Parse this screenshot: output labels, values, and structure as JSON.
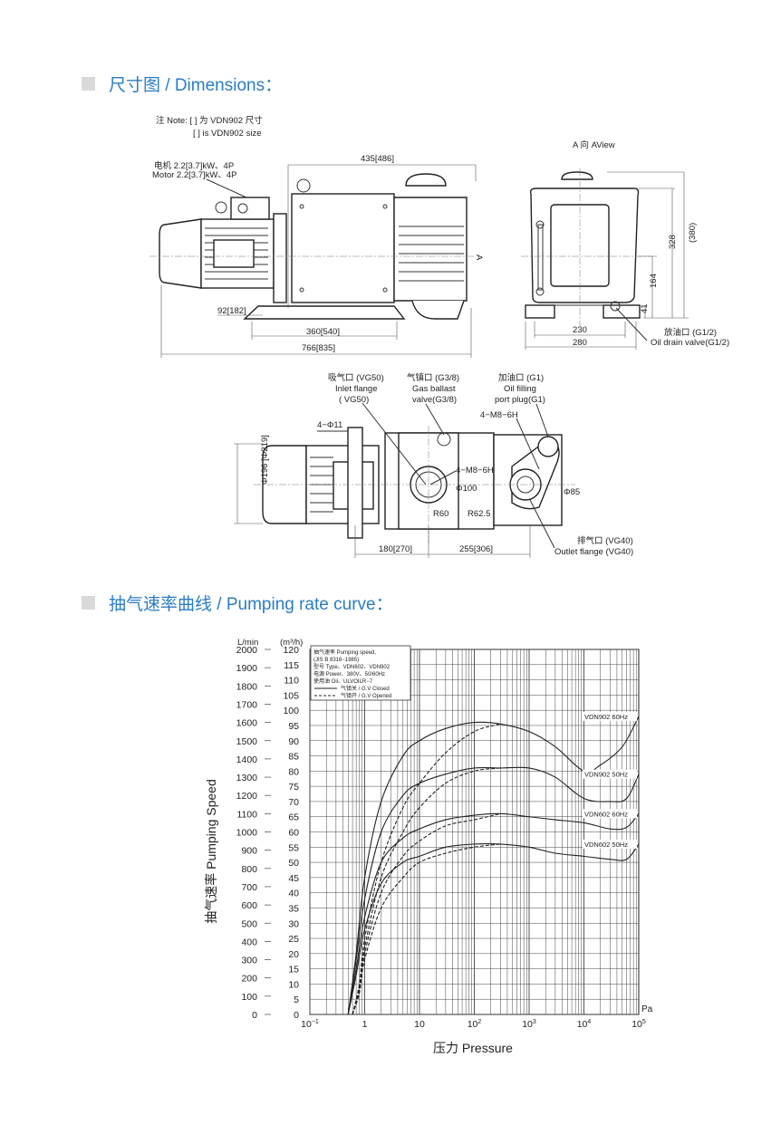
{
  "sections": {
    "dimensions_title": "尺寸图 / Dimensions：",
    "curve_title": "抽气速率曲线 / Pumping rate curve："
  },
  "colors": {
    "accent": "#2b7cc4",
    "bullet": "#d9d9d9"
  },
  "front_view": {
    "note_cn": "注 Note: [ ] 为 VDN902 尺寸",
    "note_en": "[ ] is VDN902 size",
    "motor_cn": "电机 2.2[3.7]kW、4P",
    "motor_en": "Motor 2.2[3.7]kW、4P",
    "dim_top": "435[486]",
    "dim_left": "92[182]",
    "dim_base": "360[540]",
    "dim_total": "766[835]",
    "arrow_a": "A"
  },
  "side_view": {
    "title": "A 向 AView",
    "dim_h1": "328",
    "dim_h2": "(380)",
    "dim_h3": "164",
    "dim_h4": "41",
    "dim_w1": "230",
    "dim_w2": "280",
    "drain_cn": "放油口 (G1/2)",
    "drain_en": "Oil drain valve(G1/2)"
  },
  "top_view": {
    "inlet_1": "吸气口 (VG50)",
    "inlet_2": "Inlet flange",
    "inlet_3": "( VG50)",
    "ballast_1": "气镇口 (G3/8)",
    "ballast_2": "Gas ballast",
    "ballast_3": "valve(G3/8)",
    "oil_1": "加油口 (G1)",
    "oil_2": "Oil filling",
    "oil_3": "port plug(G1)",
    "m8_top": "4−M8−6H",
    "m8_mid": "4−M8−6H",
    "phi11": "4−Φ11",
    "phi196": "Φ196 [Φ219]",
    "phi100": "Φ100",
    "phi85": "Φ85",
    "r60": "R60",
    "r52": "R62.5",
    "dim_180": "180[270]",
    "dim_255": "255[306]",
    "outlet_1": "排气口 (VG40)",
    "outlet_2": "Outlet flange (VG40)"
  },
  "chart_data": {
    "type": "line",
    "ylabel": "抽气速率 Pumping Speed",
    "xlabel": "压力 Pressure",
    "x_unit": "Pa",
    "y_unit_left": "L/min",
    "y_unit_right": "(m³/h)",
    "x_scale": "log",
    "xlim": [
      0.1,
      100000
    ],
    "ylim_m3h": [
      0,
      120
    ],
    "ylim_lmin": [
      0,
      2000
    ],
    "x_ticks": [
      {
        "base": "10",
        "exp": "−1"
      },
      {
        "base": "1",
        "exp": ""
      },
      {
        "base": "10",
        "exp": ""
      },
      {
        "base": "10",
        "exp": "2"
      },
      {
        "base": "10",
        "exp": "3"
      },
      {
        "base": "10",
        "exp": "4"
      },
      {
        "base": "10",
        "exp": "5"
      }
    ],
    "y_ticks_lmin": [
      "2000",
      "1900",
      "1800",
      "1700",
      "1600",
      "1500",
      "1400",
      "1300",
      "1200",
      "1100",
      "1000",
      "900",
      "800",
      "700",
      "600",
      "500",
      "400",
      "300",
      "200",
      "100",
      "0"
    ],
    "y_ticks_m3h": [
      "120",
      "115",
      "110",
      "105",
      "100",
      "95",
      "90",
      "85",
      "80",
      "75",
      "70",
      "65",
      "60",
      "55",
      "50",
      "45",
      "40",
      "35",
      "30",
      "25",
      "20",
      "15",
      "10",
      "5",
      "0"
    ],
    "grid": true,
    "legend": {
      "position": "top-left",
      "lines": [
        "抽气速率 Pumping speed,",
        "(JIS B 8316−1985)",
        "型号 Type、VDN602、VDN902",
        "电源 Power、380V、50/60Hz",
        "使用油 Oil、ULVOILR−7"
      ],
      "closed": "气镇关 / G.V Closed",
      "opened": "气镇开 / G.V Opened"
    },
    "series": [
      {
        "name": "VDN902 60Hz",
        "style": "closed",
        "points": [
          [
            0.5,
            0
          ],
          [
            0.7,
            20
          ],
          [
            1,
            45
          ],
          [
            2,
            70
          ],
          [
            5,
            85
          ],
          [
            10,
            90
          ],
          [
            30,
            94
          ],
          [
            100,
            96
          ],
          [
            300,
            95.5
          ],
          [
            1000,
            93
          ],
          [
            3000,
            88
          ],
          [
            10000,
            80
          ],
          [
            20000,
            82
          ],
          [
            50000,
            88
          ],
          [
            100000,
            98
          ]
        ]
      },
      {
        "name": "VDN902 50Hz",
        "style": "closed",
        "points": [
          [
            0.5,
            0
          ],
          [
            0.7,
            18
          ],
          [
            1,
            38
          ],
          [
            2,
            60
          ],
          [
            5,
            72
          ],
          [
            10,
            76
          ],
          [
            30,
            79
          ],
          [
            100,
            81
          ],
          [
            300,
            81
          ],
          [
            1000,
            81
          ],
          [
            3000,
            78
          ],
          [
            10000,
            71
          ],
          [
            30000,
            70
          ],
          [
            60000,
            71
          ],
          [
            100000,
            79
          ]
        ]
      },
      {
        "name": "VDN602 60Hz",
        "style": "closed",
        "points": [
          [
            0.5,
            0
          ],
          [
            0.7,
            15
          ],
          [
            1,
            32
          ],
          [
            2,
            50
          ],
          [
            5,
            58
          ],
          [
            10,
            61
          ],
          [
            30,
            64
          ],
          [
            100,
            65.5
          ],
          [
            300,
            66
          ],
          [
            1000,
            65
          ],
          [
            3000,
            64
          ],
          [
            10000,
            63
          ],
          [
            30000,
            61
          ],
          [
            60000,
            61.5
          ],
          [
            100000,
            66
          ]
        ]
      },
      {
        "name": "VDN602 50Hz",
        "style": "closed",
        "points": [
          [
            0.5,
            0
          ],
          [
            0.7,
            13
          ],
          [
            1,
            28
          ],
          [
            2,
            43
          ],
          [
            5,
            50
          ],
          [
            10,
            52
          ],
          [
            30,
            55
          ],
          [
            100,
            56
          ],
          [
            300,
            56
          ],
          [
            1000,
            55
          ],
          [
            3000,
            53
          ],
          [
            10000,
            52
          ],
          [
            30000,
            51
          ],
          [
            60000,
            51
          ],
          [
            100000,
            56
          ]
        ]
      },
      {
        "name": "VDN902 60Hz",
        "style": "opened",
        "points": [
          [
            0.6,
            0
          ],
          [
            0.8,
            10
          ],
          [
            1,
            25
          ],
          [
            2,
            50
          ],
          [
            5,
            68
          ],
          [
            10,
            76
          ],
          [
            30,
            86
          ],
          [
            100,
            93
          ],
          [
            300,
            95.5
          ]
        ]
      },
      {
        "name": "VDN902 50Hz",
        "style": "opened",
        "points": [
          [
            0.6,
            0
          ],
          [
            0.8,
            9
          ],
          [
            1,
            22
          ],
          [
            2,
            45
          ],
          [
            5,
            60
          ],
          [
            10,
            68
          ],
          [
            30,
            76
          ],
          [
            100,
            80
          ],
          [
            300,
            81
          ]
        ]
      },
      {
        "name": "VDN602 60Hz",
        "style": "opened",
        "points": [
          [
            0.6,
            0
          ],
          [
            0.8,
            8
          ],
          [
            1,
            20
          ],
          [
            2,
            40
          ],
          [
            5,
            52
          ],
          [
            10,
            57
          ],
          [
            30,
            62
          ],
          [
            100,
            64
          ],
          [
            300,
            66
          ]
        ]
      },
      {
        "name": "VDN602 50Hz",
        "style": "opened",
        "points": [
          [
            0.6,
            0
          ],
          [
            0.8,
            7
          ],
          [
            1,
            18
          ],
          [
            2,
            35
          ],
          [
            5,
            45
          ],
          [
            10,
            50
          ],
          [
            30,
            53
          ],
          [
            100,
            55
          ],
          [
            300,
            56
          ]
        ]
      }
    ],
    "series_labels": [
      "VDN902  60Hz",
      "VDN902  50Hz",
      "VDN602  60Hz",
      "VDN602  50Hz"
    ]
  }
}
